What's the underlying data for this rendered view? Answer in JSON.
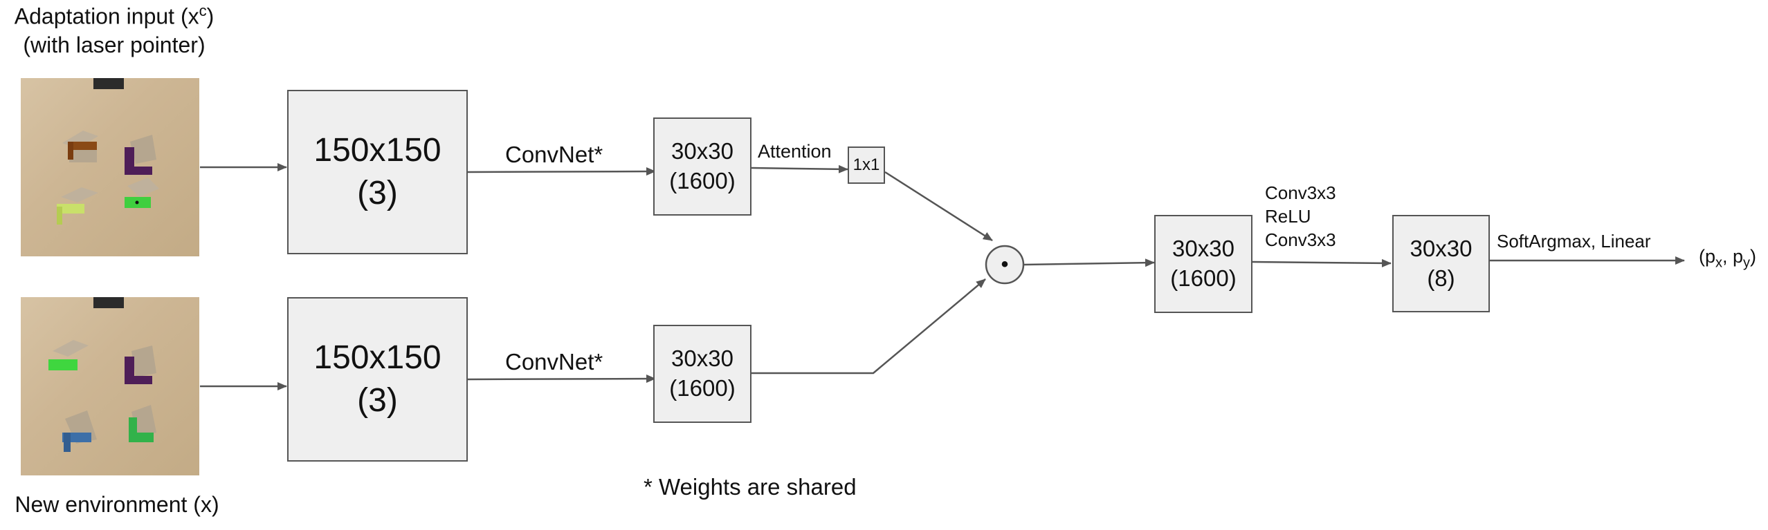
{
  "inputs": {
    "adaptation_label_line1_prefix": "Adaptation input (x",
    "adaptation_label_sup": "c",
    "adaptation_label_line1_suffix": ")",
    "adaptation_label_line2": "(with laser pointer)",
    "new_env_label": "New environment (x)"
  },
  "top_branch": {
    "input_size": "150x150",
    "input_channels": "(3)",
    "convnet_label": "ConvNet*",
    "feature_size": "30x30",
    "feature_channels": "(1600)",
    "attention_label": "Attention",
    "attention_out": "1x1"
  },
  "bottom_branch": {
    "input_size": "150x150",
    "input_channels": "(3)",
    "convnet_label": "ConvNet*",
    "feature_size": "30x30",
    "feature_channels": "(1600)"
  },
  "merge": {
    "operator_symbol": "•"
  },
  "head": {
    "merged_size": "30x30",
    "merged_channels": "(1600)",
    "conv_label_1": "Conv3x3",
    "conv_label_2": "ReLU",
    "conv_label_3": "Conv3x3",
    "out_size": "30x30",
    "out_channels": "(8)",
    "final_label": "SoftArgmax, Linear",
    "output_p": "(p",
    "output_x": "x",
    "output_comma": ", p",
    "output_y": "y",
    "output_close": ")"
  },
  "footnote": "* Weights are shared",
  "colors": {
    "box_fill": "#efefef",
    "box_border": "#555555",
    "arrow": "#555555",
    "scene_floor": "#cdb694"
  }
}
